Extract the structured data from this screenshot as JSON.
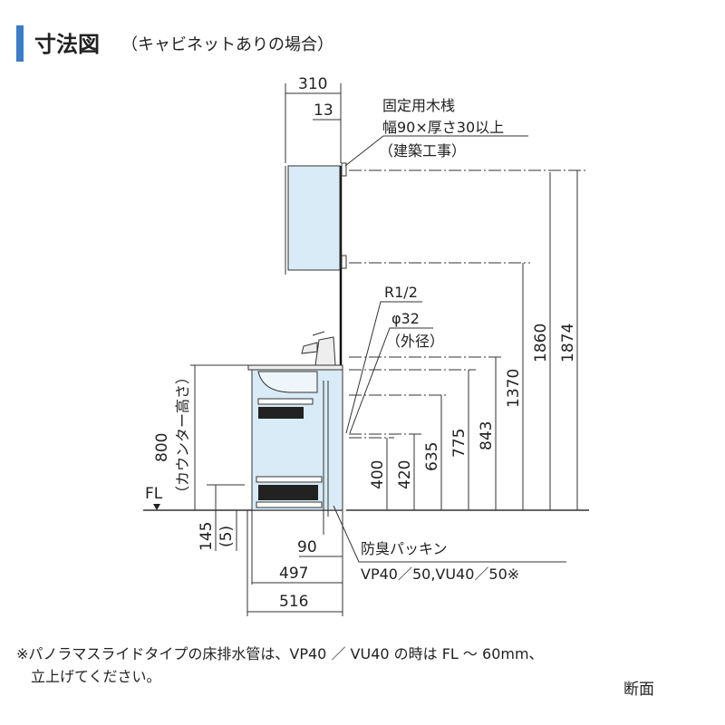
{
  "title": {
    "main": "寸法図",
    "sub": "（キャビネットありの場合）",
    "accent": "#3a7cc8"
  },
  "colors": {
    "cabinet_fill": "#d8ebf6"
  },
  "annotations": {
    "cleat_line1": "固定用木桟",
    "cleat_line2": "幅90×厚さ30以上",
    "cleat_line3": "（建築工事）",
    "pipe_line1": "R1/2",
    "pipe_line2": "φ32",
    "pipe_line3": "（外径）",
    "packing_line1": "防臭パッキン",
    "packing_line2": "VP40／50,VU40／50※",
    "fl": "FL",
    "counter_height": "800",
    "counter_height_label": "（カウンター高さ）"
  },
  "dimensions": {
    "top_width": "310",
    "wall_gap": "13",
    "h400": "400",
    "h420": "420",
    "h635": "635",
    "h775": "775",
    "h843": "843",
    "h1370": "1370",
    "h1860": "1860",
    "h1874": "1874",
    "drain_depth": "145",
    "drain_depth_sub": "(5)",
    "drain_offset": "90",
    "depth497": "497",
    "depth516": "516"
  },
  "footnote": {
    "line1": "※パノラマスライドタイプの床排水管は、VP40 ／ VU40 の時は FL ～ 60mm、",
    "line2": "立上げてください。"
  },
  "view_label": "断面"
}
